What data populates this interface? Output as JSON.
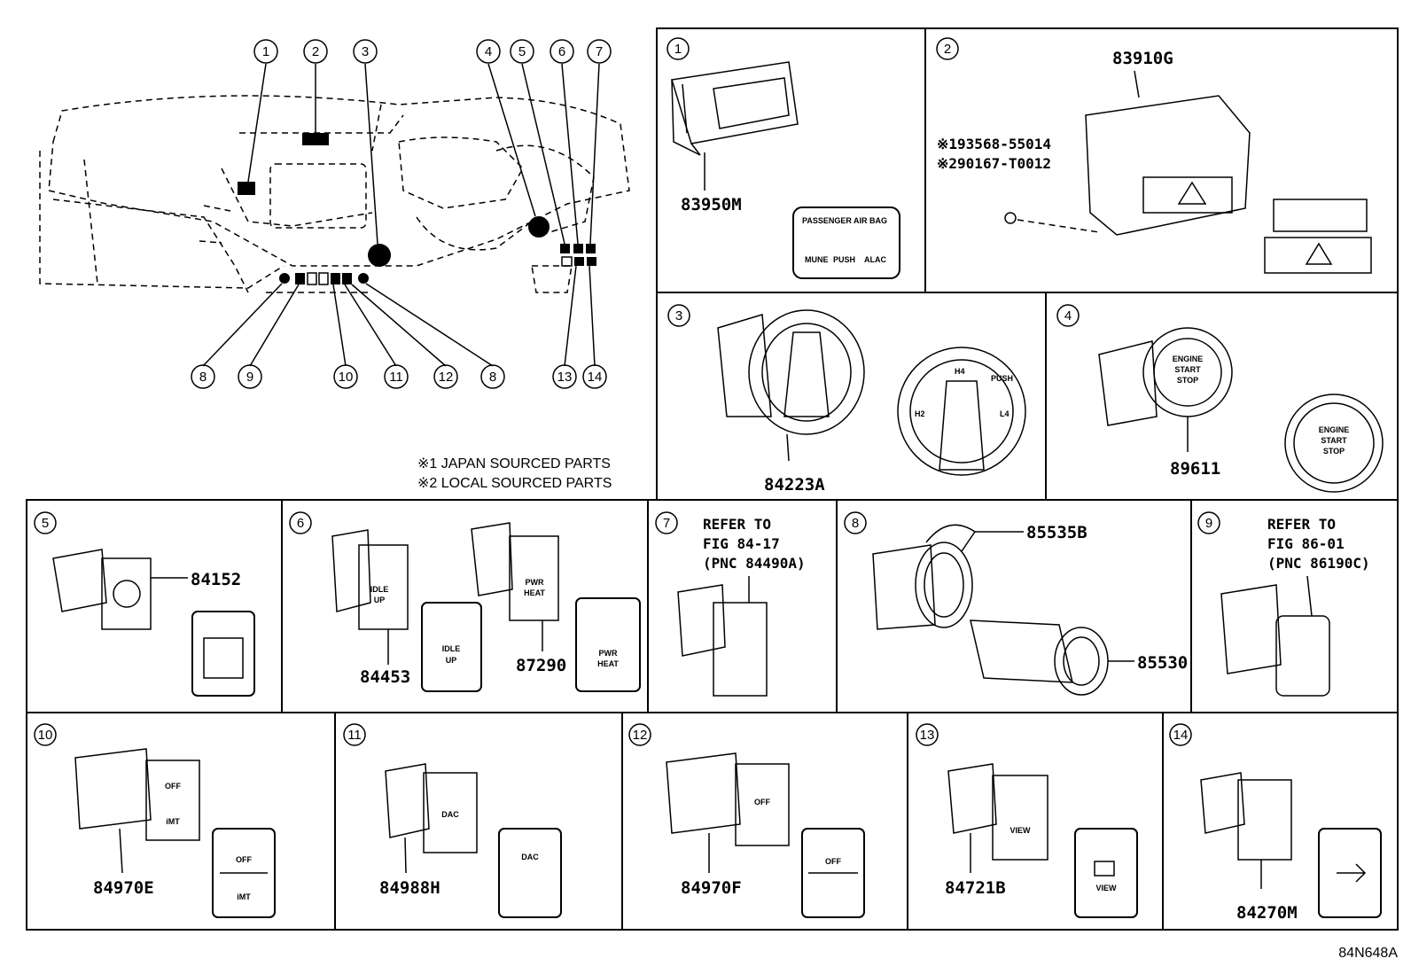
{
  "notes": [
    "※1 JAPAN SOURCED PARTS",
    "※2 LOCAL SOURCED PARTS"
  ],
  "figure_code": "84N648A",
  "callouts": [
    "1",
    "2",
    "3",
    "4",
    "5",
    "6",
    "7",
    "8",
    "9",
    "10",
    "11",
    "12",
    "13",
    "14"
  ],
  "panels": {
    "p1": {
      "num": "1",
      "parts": [
        "83950M"
      ],
      "labels": [
        "PASSENGER AIR BAG",
        "MUNE",
        "PUSH",
        "ALAC"
      ]
    },
    "p2": {
      "num": "2",
      "parts": [
        "83910G"
      ],
      "refs": [
        "※193568-55014",
        "※290167-T0012"
      ]
    },
    "p3": {
      "num": "3",
      "parts": [
        "84223A"
      ],
      "labels": [
        "H4",
        "PUSH",
        "H2",
        "L4"
      ]
    },
    "p4": {
      "num": "4",
      "parts": [
        "89611"
      ],
      "labels": [
        "ENGINE",
        "START",
        "STOP"
      ]
    },
    "p5": {
      "num": "5",
      "parts": [
        "84152"
      ]
    },
    "p6": {
      "num": "6",
      "parts": [
        "84453",
        "87290"
      ],
      "labels": [
        "IDLE",
        "UP",
        "PWR",
        "HEAT"
      ]
    },
    "p7": {
      "num": "7",
      "refer": [
        "REFER TO",
        "FIG 84-17",
        "(PNC 84490A)"
      ]
    },
    "p8": {
      "num": "8",
      "parts": [
        "85535B",
        "85530"
      ]
    },
    "p9": {
      "num": "9",
      "refer": [
        "REFER TO",
        "FIG 86-01",
        "(PNC 86190C)"
      ]
    },
    "p10": {
      "num": "10",
      "parts": [
        "84970E"
      ],
      "labels": [
        "OFF",
        "iMT"
      ]
    },
    "p11": {
      "num": "11",
      "parts": [
        "84988H"
      ],
      "labels": [
        "DAC"
      ]
    },
    "p12": {
      "num": "12",
      "parts": [
        "84970F"
      ],
      "labels": [
        "OFF"
      ]
    },
    "p13": {
      "num": "13",
      "parts": [
        "84721B"
      ],
      "labels": [
        "VIEW"
      ]
    },
    "p14": {
      "num": "14",
      "parts": [
        "84270M"
      ]
    }
  }
}
